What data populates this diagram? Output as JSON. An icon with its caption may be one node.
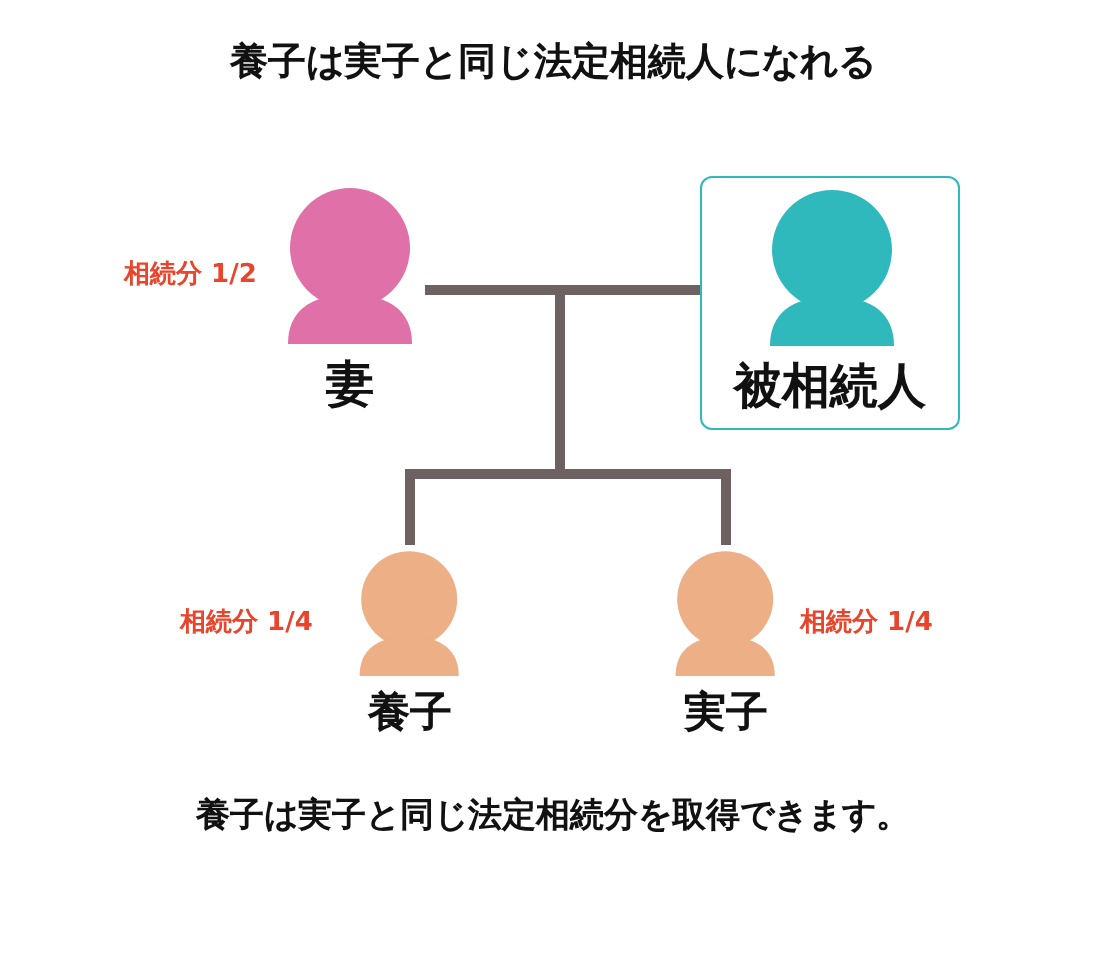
{
  "diagram": {
    "title": "養子は実子と同じ法定相続人になれる",
    "caption": "養子は実子と同じ法定相続分を取得できます。",
    "nodes": [
      {
        "text": [
          "妻"
        ],
        "beside": [
          "相続分 1/2"
        ]
      },
      {
        "text": [
          "被相続人"
        ]
      },
      {
        "text": [
          "養子"
        ],
        "beside": [
          "相続分 1/4"
        ]
      },
      {
        "text": [
          "実子"
        ],
        "beside": [
          "相続分 1/4"
        ]
      }
    ],
    "edges": [
      {
        "from": 0,
        "to": 1,
        "arrow": "none"
      },
      {
        "from": 0,
        "to": 2,
        "arrow": "none"
      },
      {
        "from": 0,
        "to": 3,
        "arrow": "none"
      },
      {
        "from": 1,
        "to": 2,
        "arrow": "none"
      },
      {
        "from": 1,
        "to": 3,
        "arrow": "none"
      }
    ]
  }
}
